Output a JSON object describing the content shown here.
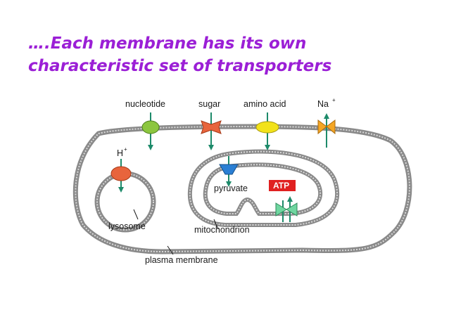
{
  "title": {
    "line1": "….Each membrane has its own",
    "line2": "characteristic set of transporters"
  },
  "diagram": {
    "transporters": {
      "nucleotide": "nucleotide",
      "sugar": "sugar",
      "amino_acid": "amino acid",
      "sodium": "Na",
      "sodium_charge": "+",
      "proton": "H",
      "proton_charge": "+"
    },
    "compartments": {
      "pyruvate": "pyruvate",
      "atp": "ATP",
      "lysosome": "lysosome",
      "mitochondrion": "mitochondrion",
      "plasma_membrane": "plasma membrane"
    },
    "colors": {
      "title": "#9b1fd6",
      "membrane": "#8a8a8a",
      "arrow": "#1d8a6a",
      "nucleotide_transporter": "#8cc63f",
      "sugar_transporter": "#e8643c",
      "amino_acid_transporter": "#f2e21a",
      "sodium_transporter": "#f5a623",
      "proton_pump": "#e8643c",
      "pyruvate_transporter": "#2a7fd4",
      "atp_synthase": "#6fd6a0",
      "atp_box": "#e02020"
    }
  }
}
